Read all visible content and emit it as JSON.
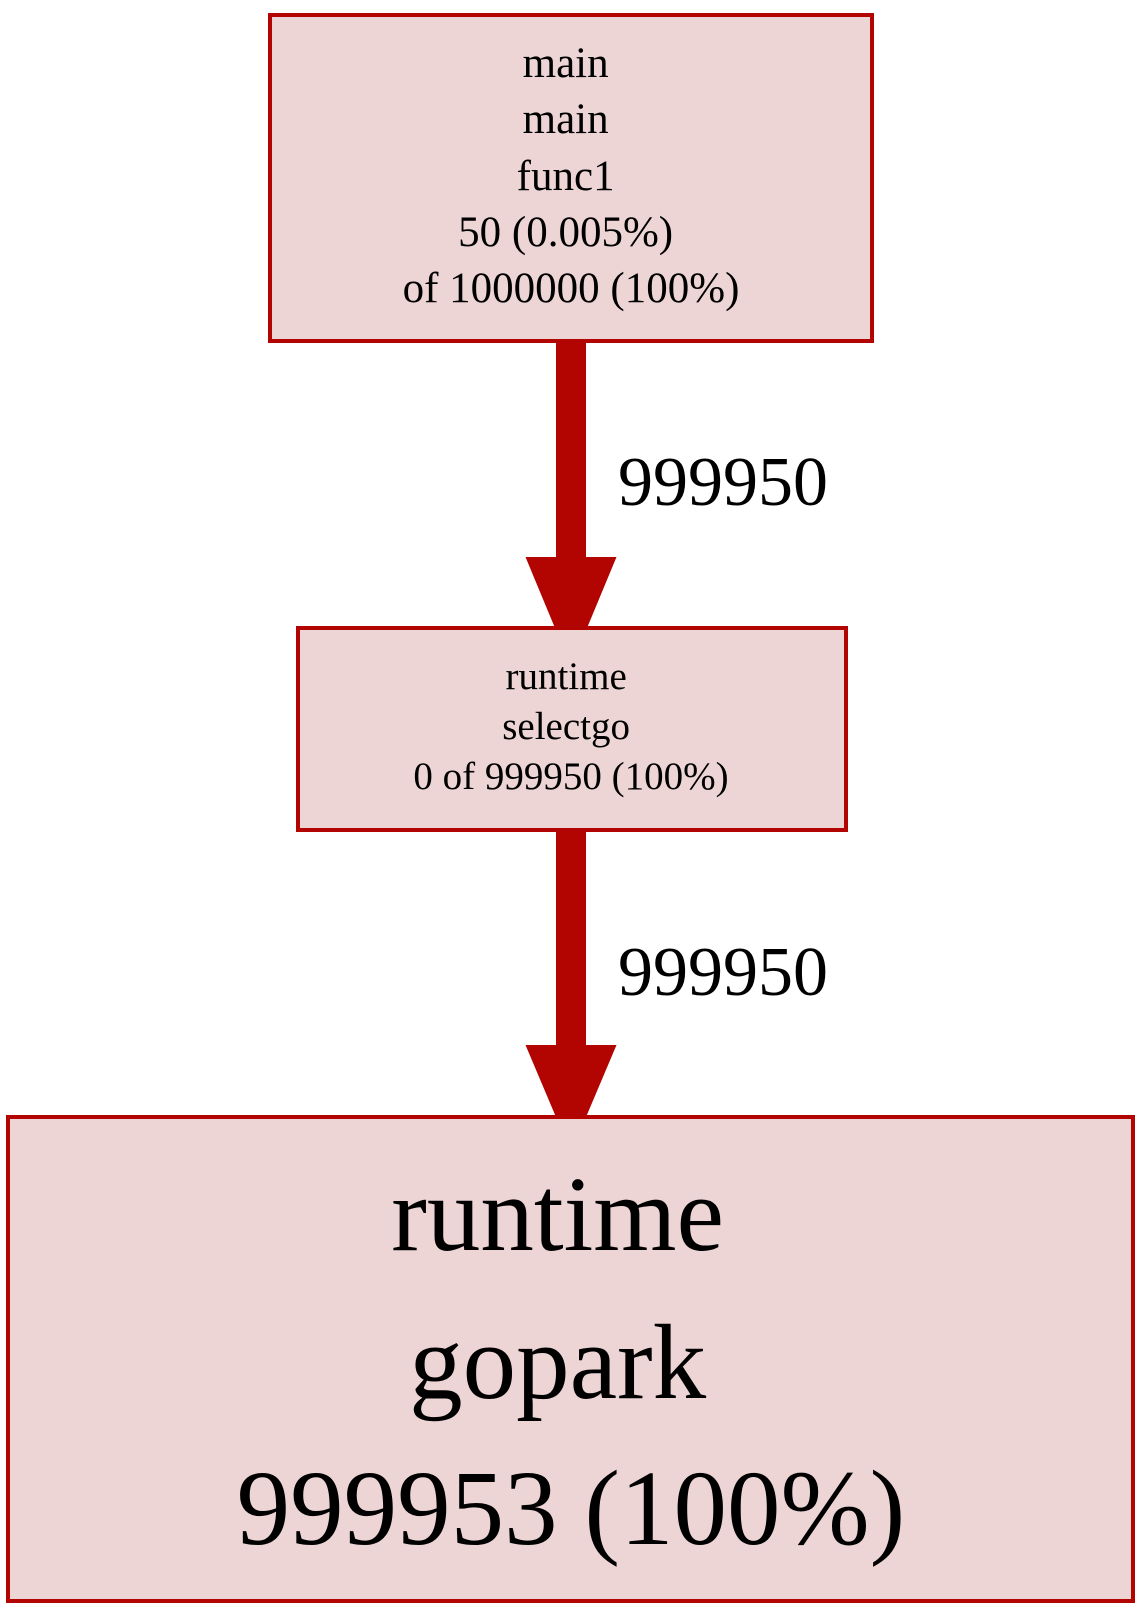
{
  "graph": {
    "nodes": [
      {
        "id": "main-func1",
        "lines": [
          "main",
          "main",
          "func1",
          "50 (0.005%)",
          "of 1000000 (100%)"
        ]
      },
      {
        "id": "runtime-selectgo",
        "lines": [
          "runtime",
          "selectgo",
          "0 of 999950 (100%)"
        ]
      },
      {
        "id": "runtime-gopark",
        "lines": [
          "runtime",
          "gopark",
          "999953 (100%)"
        ]
      }
    ],
    "edges": [
      {
        "from": "main-func1",
        "to": "runtime-selectgo",
        "label": "999950"
      },
      {
        "from": "runtime-selectgo",
        "to": "runtime-gopark",
        "label": "999950"
      }
    ],
    "colors": {
      "node_fill": "#edd5d5",
      "node_border": "#b20400",
      "edge": "#b20400",
      "text": "#000000"
    }
  }
}
